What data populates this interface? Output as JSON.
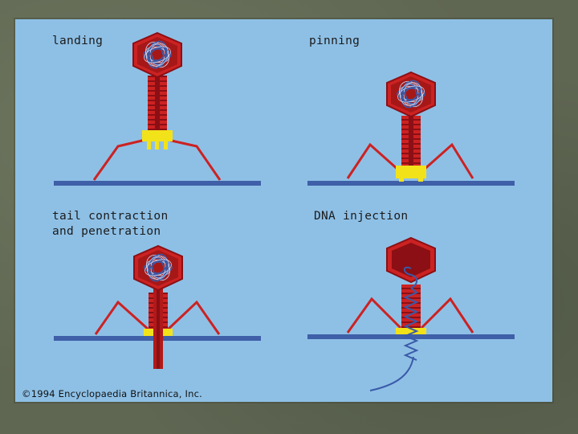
{
  "stages": [
    {
      "id": "landing",
      "label": "landing"
    },
    {
      "id": "pinning",
      "label": "pinning"
    },
    {
      "id": "contraction",
      "label": "tail contraction\nand penetration"
    },
    {
      "id": "injection",
      "label": "DNA injection"
    }
  ],
  "copyright": "©1994 Encyclopaedia Britannica, Inc.",
  "colors": {
    "background_panel": "#8ec0e6",
    "phage_body": "#cc2222",
    "phage_dark": "#8b0f14",
    "dna": "#3a5aa8",
    "base_plate": "#f2e21a",
    "membrane": "#3f5fa8"
  }
}
